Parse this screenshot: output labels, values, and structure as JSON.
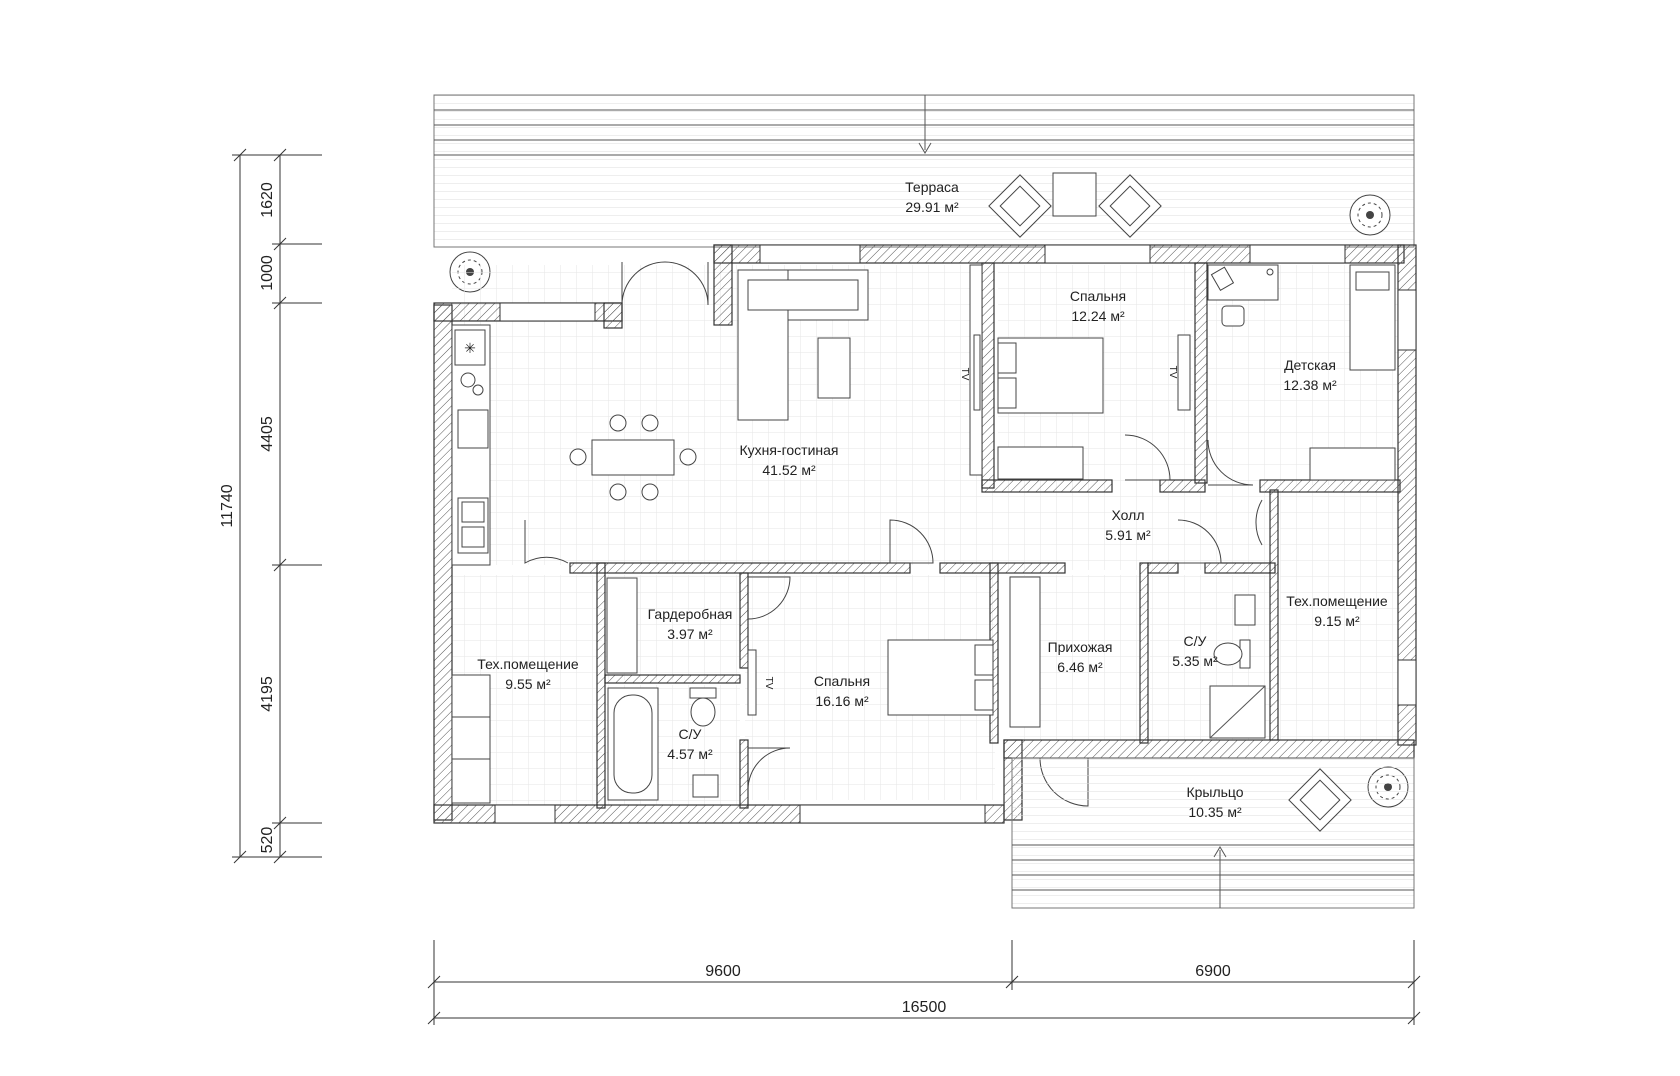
{
  "rooms": [
    {
      "name": "Терраса",
      "area": "29.91 м²"
    },
    {
      "name": "Кухня-гостиная",
      "area": "41.52 м²"
    },
    {
      "name": "Спальня",
      "area": "12.24 м²"
    },
    {
      "name": "Детская",
      "area": "12.38 м²"
    },
    {
      "name": "Холл",
      "area": "5.91 м²"
    },
    {
      "name": "Гардеробная",
      "area": "3.97 м²"
    },
    {
      "name": "Тех.помещение",
      "area": "9.55 м²"
    },
    {
      "name": "С/У",
      "area": "4.57 м²"
    },
    {
      "name": "Спальня",
      "area": "16.16 м²"
    },
    {
      "name": "Прихожая",
      "area": "6.46 м²"
    },
    {
      "name": "С/У",
      "area": "5.35 м²"
    },
    {
      "name": "Тех.помещение",
      "area": "9.15 м²"
    },
    {
      "name": "Крыльцо",
      "area": "10.35 м²"
    }
  ],
  "dimensions": {
    "horizontal": [
      "9600",
      "6900",
      "16500"
    ],
    "vertical_overall": "11740",
    "vertical": [
      "1620",
      "1000",
      "4405",
      "4195",
      "520"
    ]
  },
  "symbols": {
    "tv_label": "TV"
  },
  "colors": {
    "line": "#333333",
    "hatch": "#555555",
    "grid": "#e6e6e6"
  }
}
